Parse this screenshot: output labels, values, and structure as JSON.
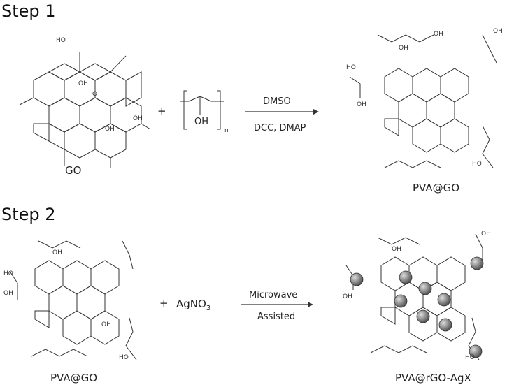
{
  "step1": {
    "title": "Step 1",
    "reactant_label": "GO",
    "plus": "+",
    "monomer_oh": "OH",
    "monomer_n": "n",
    "reagent_top": "DMSO",
    "reagent_bottom": "DCC, DMAP",
    "product_label": "PVA@GO"
  },
  "step2": {
    "title": "Step 2",
    "reactant_label": "PVA@GO",
    "plus": "+",
    "reagent_main": "AgNO",
    "reagent_sub": "3",
    "condition_top": "Microwave",
    "condition_bottom": "Assisted",
    "product_label": "PVA@rGO-AgX"
  },
  "group_labels": {
    "oh": "OH",
    "ho": "HO",
    "o": "O",
    "cooh_oh": "OH",
    "cooh_ho": "HO"
  },
  "colors": {
    "line": "#333333",
    "sphere_dark": "#555555",
    "sphere_light": "#dddddd"
  }
}
